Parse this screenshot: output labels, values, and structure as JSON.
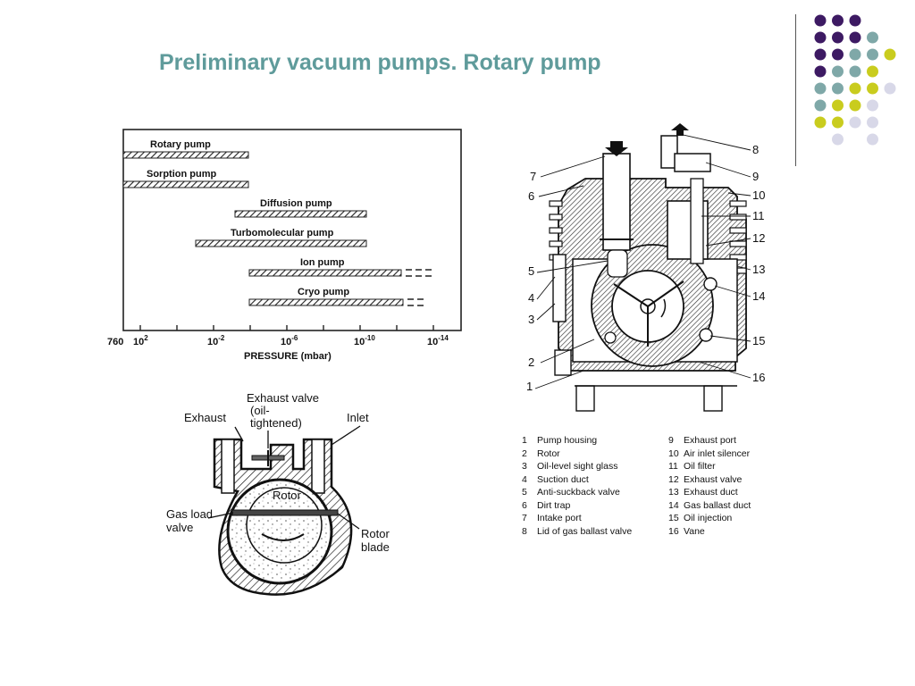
{
  "slide": {
    "title": "Preliminary vacuum pumps. Rotary pump",
    "dot_colors": [
      "#3d1a63",
      "#7fa8a8",
      "#c9cc1e",
      "#d8d8e8"
    ]
  },
  "range_chart": {
    "pumps": [
      {
        "label": "Rotary pump"
      },
      {
        "label": "Sorption pump"
      },
      {
        "label": "Diffusion pump"
      },
      {
        "label": "Turbomolecular pump"
      },
      {
        "label": "Ion pump"
      },
      {
        "label": "Cryo pump"
      }
    ],
    "tick_labels": [
      "760",
      "10",
      "10",
      "10",
      "10",
      "10"
    ],
    "tick_exponents": [
      "",
      "2",
      "-2",
      "-6",
      "-10",
      "-14"
    ],
    "xlabel": "PRESSURE (mbar)"
  },
  "schematic": {
    "labels": {
      "exhaust_valve_1": "Exhaust valve",
      "exhaust_valve_2": "(oil-",
      "exhaust_valve_3": "tightened)",
      "exhaust": "Exhaust",
      "inlet": "Inlet",
      "rotor": "Rotor",
      "gas_load_1": "Gas load",
      "gas_load_2": "valve",
      "rotor_blade_1": "Rotor",
      "rotor_blade_2": "blade"
    }
  },
  "cross_section": {
    "callouts": [
      "1",
      "2",
      "3",
      "4",
      "5",
      "6",
      "7",
      "8",
      "9",
      "10",
      "11",
      "12",
      "13",
      "14",
      "15",
      "16"
    ]
  },
  "legend": {
    "items": [
      {
        "num": "1",
        "text": "Pump housing"
      },
      {
        "num": "2",
        "text": "Rotor"
      },
      {
        "num": "3",
        "text": "Oil-level sight glass"
      },
      {
        "num": "4",
        "text": "Suction duct"
      },
      {
        "num": "5",
        "text": "Anti-suckback valve"
      },
      {
        "num": "6",
        "text": "Dirt trap"
      },
      {
        "num": "7",
        "text": "Intake port"
      },
      {
        "num": "8",
        "text": "Lid of gas ballast valve"
      },
      {
        "num": "9",
        "text": "Exhaust port"
      },
      {
        "num": "10",
        "text": "Air inlet silencer"
      },
      {
        "num": "11",
        "text": "Oil filter"
      },
      {
        "num": "12",
        "text": "Exhaust valve"
      },
      {
        "num": "13",
        "text": "Exhaust duct"
      },
      {
        "num": "14",
        "text": "Gas ballast duct"
      },
      {
        "num": "15",
        "text": "Oil injection"
      },
      {
        "num": "16",
        "text": "Vane"
      }
    ]
  }
}
